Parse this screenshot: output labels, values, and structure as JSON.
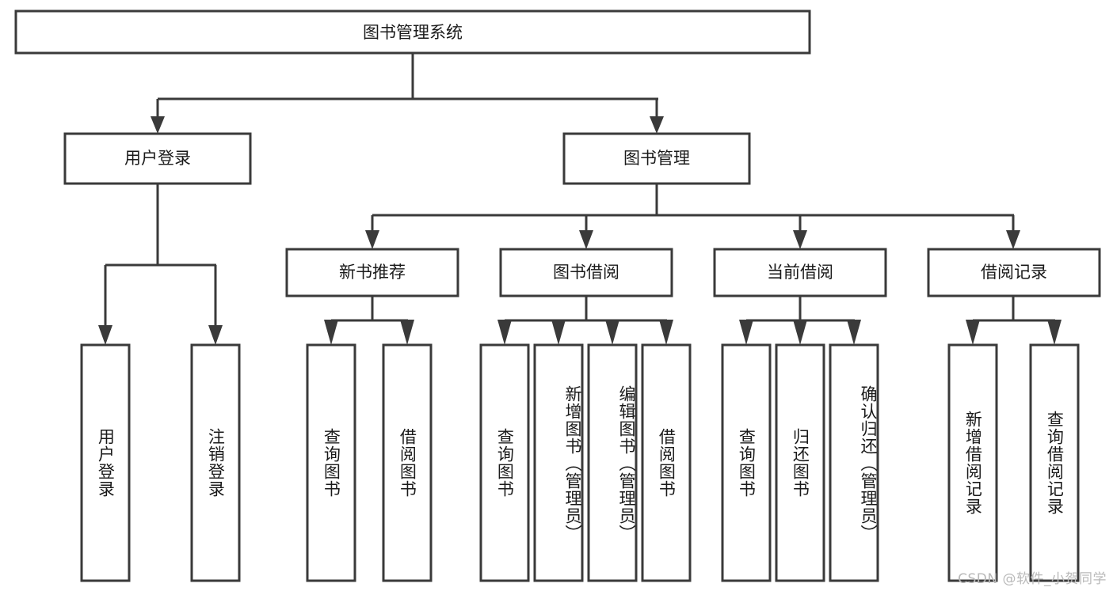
{
  "diagram": {
    "type": "tree-hierarchy-flowchart",
    "orientation": "top-down",
    "watermark": "CSDN @软件_小贺同学",
    "colors": {
      "box_stroke": "#3a3a3a",
      "box_fill": "#ffffff",
      "connector": "#3a3a3a",
      "text": "#1a1a1a",
      "background": "#ffffff",
      "watermark": "#b9b9b9"
    },
    "root": {
      "label": "图书管理系统"
    },
    "level1": [
      {
        "label": "用户登录"
      },
      {
        "label": "图书管理"
      }
    ],
    "level2": [
      {
        "label": "新书推荐"
      },
      {
        "label": "图书借阅"
      },
      {
        "label": "当前借阅"
      },
      {
        "label": "借阅记录"
      }
    ],
    "leaves": {
      "user_login": [
        {
          "label": "用户登录"
        },
        {
          "label": "注销登录"
        }
      ],
      "new_book_recommend": [
        {
          "label": "查询图书"
        },
        {
          "label": "借阅图书"
        }
      ],
      "book_borrow": [
        {
          "label": "查询图书"
        },
        {
          "label": "新增图书（管理员）"
        },
        {
          "label": "编辑图书（管理员）"
        },
        {
          "label": "借阅图书"
        }
      ],
      "current_borrow": [
        {
          "label": "查询图书"
        },
        {
          "label": "归还图书"
        },
        {
          "label": "确认归还（管理员）"
        }
      ],
      "borrow_record": [
        {
          "label": "新增借阅记录"
        },
        {
          "label": "查询借阅记录"
        }
      ]
    }
  }
}
